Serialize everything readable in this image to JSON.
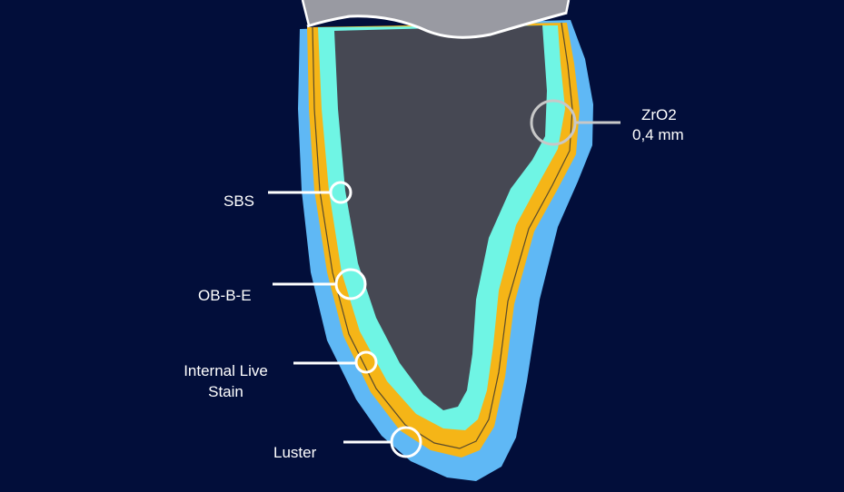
{
  "diagram": {
    "colors": {
      "background": "#020e3a",
      "luster": "#5fb8f5",
      "ob_b_e": "#f5b517",
      "sbs": "#6ff5e4",
      "core": "#464853",
      "outline": "#5a4a2a",
      "cervical_cap": "#999aa2",
      "marker": "#ffffff",
      "zro2_marker": "#c8c8c8"
    },
    "labels": {
      "zro2_title": "ZrO2",
      "zro2_thickness": "0,4 mm",
      "sbs": "SBS",
      "ob_b_e": "OB-B-E",
      "internal_live_line1": "Internal Live",
      "internal_live_line2": "Stain",
      "luster": "Luster"
    }
  }
}
